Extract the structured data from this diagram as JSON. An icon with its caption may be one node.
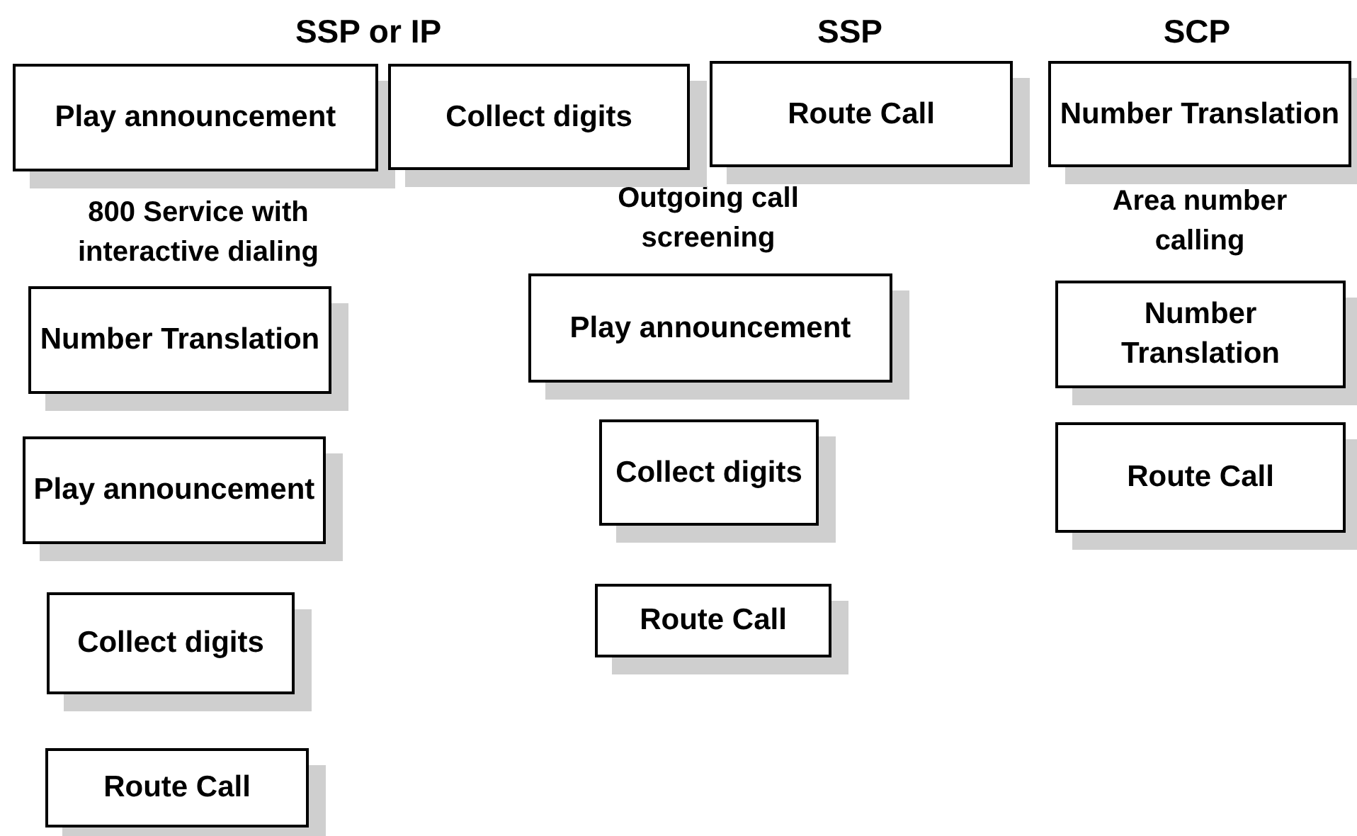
{
  "diagram": {
    "nodes": [
      {
        "text": [
          "Play announcement"
        ]
      },
      {
        "text": [
          "Collect digits"
        ]
      },
      {
        "text": [
          "Route Call"
        ]
      },
      {
        "text": [
          "Number Translation"
        ]
      },
      {
        "text": [
          "Number Translation"
        ]
      },
      {
        "text": [
          "Play announcement"
        ]
      },
      {
        "text": [
          "Collect digits"
        ]
      },
      {
        "text": [
          "Route Call"
        ]
      },
      {
        "text": [
          "Play announcement"
        ]
      },
      {
        "text": [
          "Collect digits"
        ]
      },
      {
        "text": [
          "Route Call"
        ]
      },
      {
        "text": [
          "Number Translation"
        ]
      },
      {
        "text": [
          "Route Call"
        ]
      }
    ],
    "labels": [
      "SSP or IP",
      "SSP",
      "SCP",
      "800 Service with interactive dialing",
      "Outgoing call screening",
      "Area number calling"
    ]
  }
}
